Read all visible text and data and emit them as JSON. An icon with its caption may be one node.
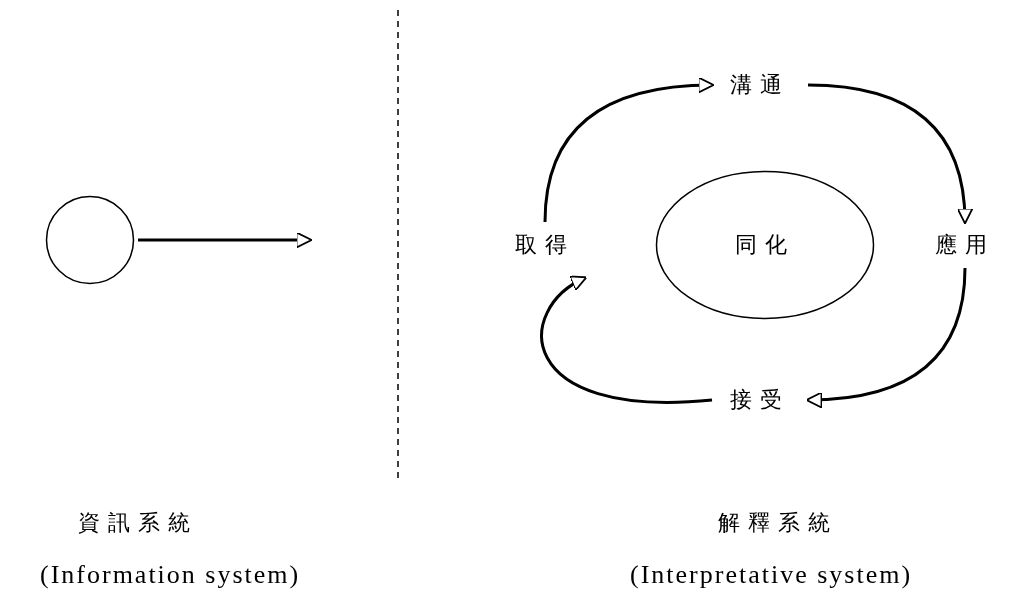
{
  "diagram": {
    "nodes": [
      {
        "text": [],
        "shape": "circle"
      },
      {
        "text": [
          "溝通"
        ]
      },
      {
        "text": [
          "取得"
        ]
      },
      {
        "text": [
          "同化"
        ]
      },
      {
        "text": [
          "應用"
        ]
      },
      {
        "text": [
          "接受"
        ]
      }
    ],
    "edges": [
      {
        "from": 0,
        "to": null,
        "arrow": "to"
      },
      {
        "from": 2,
        "to": 1,
        "arrow": "to"
      },
      {
        "from": 1,
        "to": 4,
        "arrow": "to"
      },
      {
        "from": 4,
        "to": 5,
        "arrow": "to"
      },
      {
        "from": 5,
        "to": 2,
        "arrow": "to"
      }
    ],
    "labels": [
      "資訊系統",
      "(Information system)",
      "解釋系統",
      "(Interpretative system)"
    ]
  }
}
